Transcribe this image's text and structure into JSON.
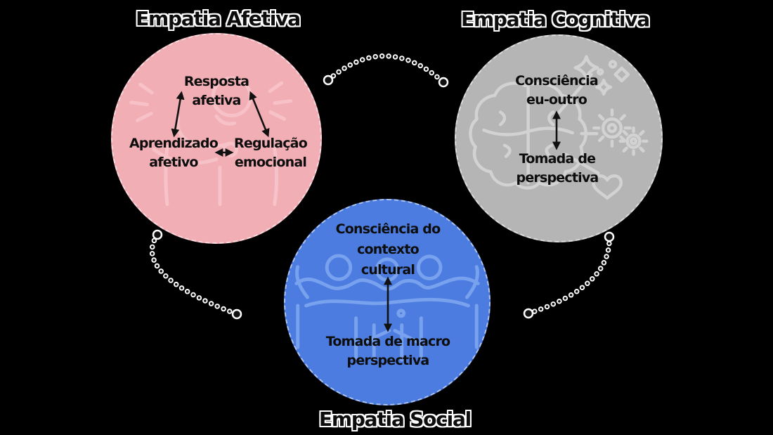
{
  "background_color": "#000000",
  "text_color": "#0d0d0d",
  "arrow_color": "#111111",
  "titles": {
    "affective": "Empatia Afetiva",
    "cognitive": "Empatia Cognitiva",
    "social": "Empatia Social"
  },
  "circles": {
    "affective": {
      "title": "Empatia Afetiva",
      "fill_color": "#F2AEB5",
      "illustration": "caring-person-with-rays",
      "nodes": {
        "response": {
          "lines": [
            "Resposta",
            "afetiva"
          ]
        },
        "learning": {
          "lines": [
            "Aprendizado",
            "afetivo"
          ]
        },
        "regulation": {
          "lines": [
            "Regulação",
            "emocional"
          ]
        }
      },
      "internal_links": [
        "Resposta afetiva ↔ Aprendizado afetivo",
        "Resposta afetiva ↔ Regulação emocional",
        "Aprendizado afetivo ↔ Regulação emocional"
      ]
    },
    "cognitive": {
      "title": "Empatia Cognitiva",
      "fill_color": "#B5B5B5",
      "illustration": "brain-with-sparkles-gears-heart",
      "nodes": {
        "awareness": {
          "lines": [
            "Consciência",
            "eu-outro"
          ]
        },
        "perspective": {
          "lines": [
            "Tomada de",
            "perspectiva"
          ]
        }
      },
      "internal_links": [
        "Consciência eu-outro ↔ Tomada de perspectiva"
      ]
    },
    "social": {
      "title": "Empatia Social",
      "fill_color": "#4C7CE0",
      "illustration": "three-people-embracing",
      "nodes": {
        "context": {
          "lines": [
            "Consciência do",
            "contexto",
            "cultural"
          ]
        },
        "macro": {
          "lines": [
            "Tomada de macro",
            "perspectiva"
          ]
        }
      },
      "internal_links": [
        "Consciência do contexto cultural ↔ Tomada de macro perspectiva"
      ]
    }
  },
  "connectors": {
    "style": "dotted-arc-with-endpoint-dots",
    "dot_color": "#111111",
    "dot_outline_color": "#ffffff",
    "links": [
      {
        "from": "Empatia Afetiva",
        "to": "Empatia Cognitiva",
        "position": "top"
      },
      {
        "from": "Empatia Cognitiva",
        "to": "Empatia Social",
        "position": "right"
      },
      {
        "from": "Empatia Social",
        "to": "Empatia Afetiva",
        "position": "left"
      }
    ]
  }
}
